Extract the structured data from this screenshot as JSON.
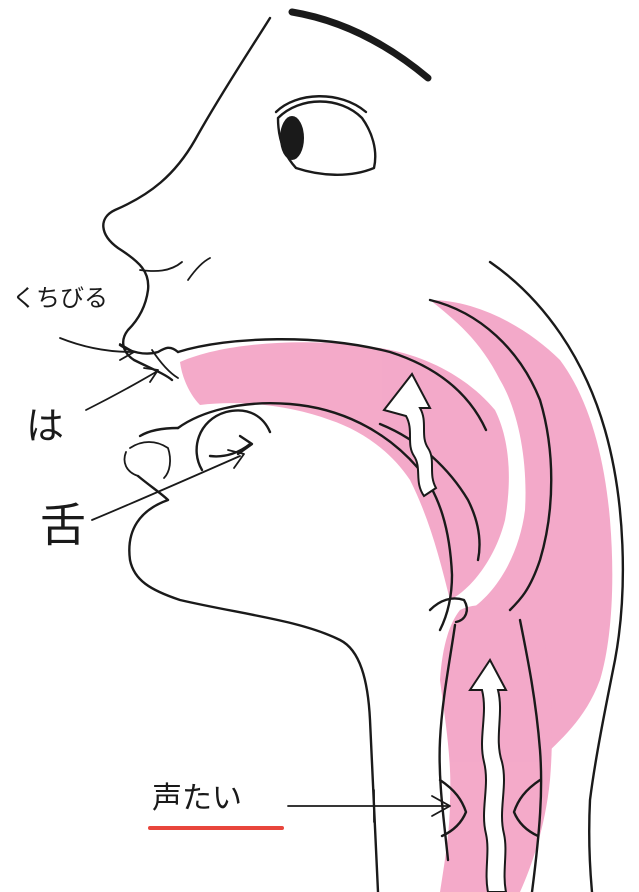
{
  "labels": {
    "lips": "くちびる",
    "teeth": "は",
    "tongue": "舌",
    "vocal_cords": "声たい"
  },
  "colors": {
    "ink": "#1a1a1a",
    "airway_pink": "#f29bc0",
    "airflow_arrow_fill": "#ffffff",
    "underline": "#e8453c"
  },
  "icons": {
    "airflow_mouth": "upward-wavy-arrow",
    "airflow_throat": "upward-wavy-arrow",
    "tongue_motion": "curved-arrow"
  }
}
